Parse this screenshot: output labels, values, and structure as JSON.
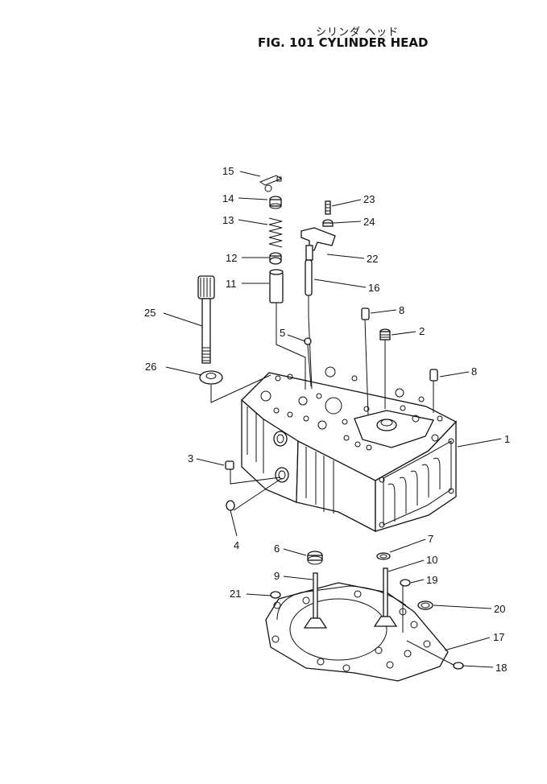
{
  "figure": {
    "title_jp": "シリンダ ヘッド",
    "title_en": "FIG. 101   CYLINDER HEAD"
  },
  "callouts": [
    {
      "id": "1",
      "label": "1"
    },
    {
      "id": "2",
      "label": "2"
    },
    {
      "id": "3",
      "label": "3"
    },
    {
      "id": "4",
      "label": "4"
    },
    {
      "id": "5",
      "label": "5"
    },
    {
      "id": "6",
      "label": "6"
    },
    {
      "id": "7",
      "label": "7"
    },
    {
      "id": "8a",
      "label": "8"
    },
    {
      "id": "8b",
      "label": "8"
    },
    {
      "id": "9",
      "label": "9"
    },
    {
      "id": "10",
      "label": "10"
    },
    {
      "id": "11",
      "label": "11"
    },
    {
      "id": "12",
      "label": "12"
    },
    {
      "id": "13",
      "label": "13"
    },
    {
      "id": "14",
      "label": "14"
    },
    {
      "id": "15",
      "label": "15"
    },
    {
      "id": "16",
      "label": "16"
    },
    {
      "id": "17",
      "label": "17"
    },
    {
      "id": "18",
      "label": "18"
    },
    {
      "id": "19",
      "label": "19"
    },
    {
      "id": "20",
      "label": "20"
    },
    {
      "id": "21",
      "label": "21"
    },
    {
      "id": "22",
      "label": "22"
    },
    {
      "id": "23",
      "label": "23"
    },
    {
      "id": "24",
      "label": "24"
    },
    {
      "id": "25",
      "label": "25"
    },
    {
      "id": "26",
      "label": "26"
    }
  ]
}
